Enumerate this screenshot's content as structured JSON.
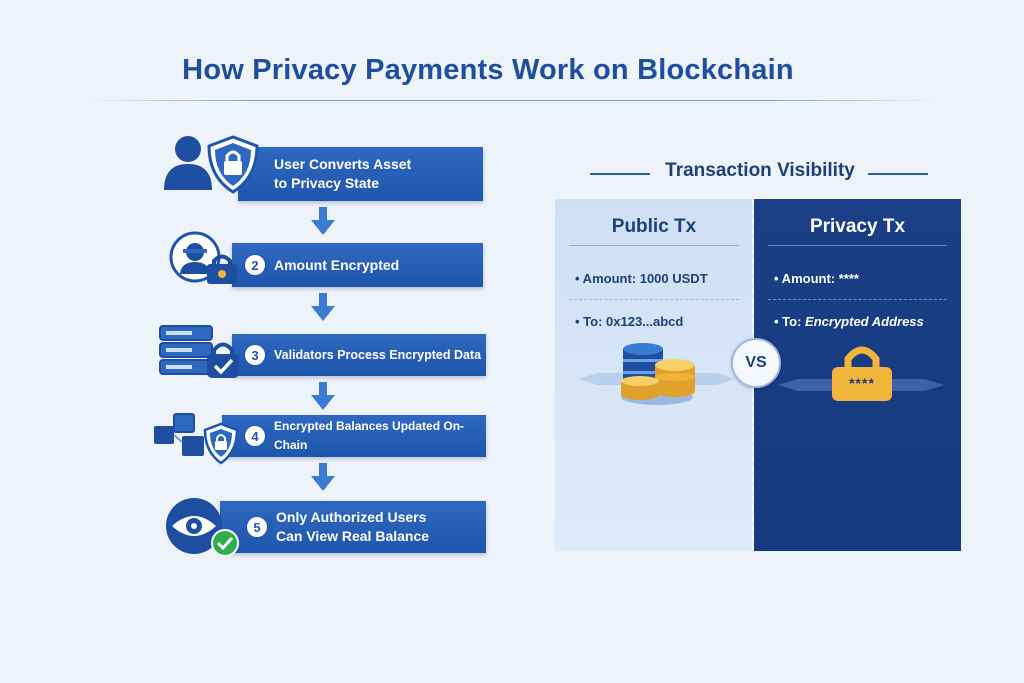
{
  "title": "How Privacy Payments Work on Blockchain",
  "steps": [
    {
      "number": "",
      "line1": "User Converts Asset",
      "line2": "to Privacy State"
    },
    {
      "number": "2",
      "line1": "Amount Encrypted",
      "line2": ""
    },
    {
      "number": "3",
      "line1": "Validators Process Encrypted Data",
      "line2": ""
    },
    {
      "number": "4",
      "line1": "Encrypted Balances Updated On-Chain",
      "line2": ""
    },
    {
      "number": "5",
      "line1": "Only Authorized Users",
      "line2": "Can View Real Balance"
    }
  ],
  "visibility": {
    "title": "Transaction Visibility",
    "vs_label": "VS",
    "public": {
      "heading": "Public Tx",
      "amount": "• Amount: 1000 USDT",
      "to": "• To: 0x123...abcd"
    },
    "privacy": {
      "heading": "Privacy Tx",
      "amount": "• Amount: ****",
      "to_prefix": "• To:",
      "to_value": "Encrypted Address",
      "lock_text": "****"
    }
  },
  "colors": {
    "accent_blue": "#1f56ad",
    "dark_navy": "#163a80",
    "light_panel": "#d6e6f8",
    "gold": "#f2b53c",
    "check_green": "#2fae4a"
  },
  "icons": [
    "user-icon",
    "shield-lock-icon",
    "users-icon",
    "padlock-icon",
    "server-stack-icon",
    "shield-check-icon",
    "blocks-icon",
    "shield-lock-icon",
    "eye-icon",
    "check-icon",
    "coin-stack-icon",
    "padlock-icon"
  ]
}
